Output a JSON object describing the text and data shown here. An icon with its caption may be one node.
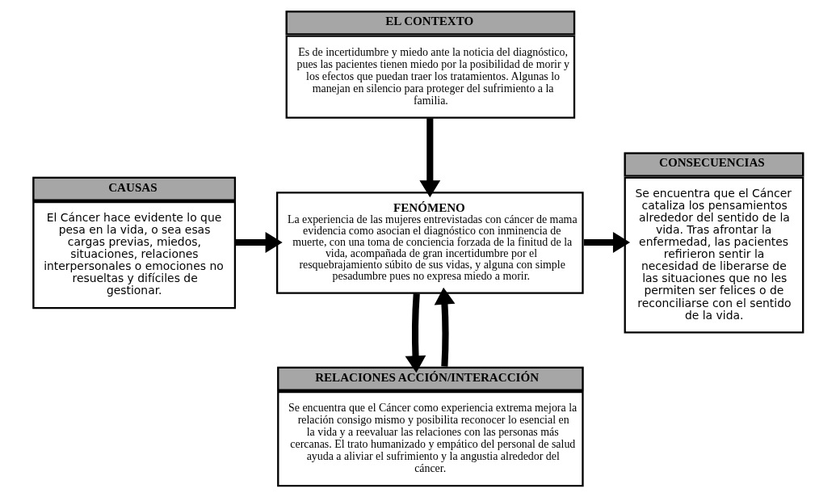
{
  "diagram": {
    "nodes": [
      {
        "text": [
          "EL CONTEXTO",
          "Es de incertidumbre y miedo ante la noticia del diagnóstico, pues las pacientes tienen miedo por la posibilidad de morir y los efectos que puedan traer los tratamientos. Algunas lo manejan en silencio para proteger del sufrimiento a la familia."
        ]
      },
      {
        "text": [
          "CAUSAS",
          "El Cáncer hace evidente lo que pesa en la vida, o sea esas cargas previas, miedos, situaciones, relaciones interpersonales o emociones no resueltas y difíciles de gestionar."
        ]
      },
      {
        "text": [
          "FENÓMENO",
          "La experiencia de las mujeres entrevistadas con cáncer de mama evidencia como asocian el diagnóstico con inminencia de muerte, con una toma de conciencia forzada de la finitud de la vida, acompañada de gran incertidumbre por el resquebrajamiento súbito de sus vidas, y alguna con simple pesadumbre pues no expresa miedo a morir."
        ]
      },
      {
        "text": [
          "CONSECUENCIAS",
          "Se encuentra que el Cáncer cataliza los pensamientos alrededor del sentido de la vida. Tras afrontar la enfermedad, las pacientes refirieron sentir la necesidad de liberarse de las situaciones que no les permiten ser felices o de reconciliarse con el sentido de la vida."
        ]
      },
      {
        "text": [
          "RELACIONES ACCIÓN/INTERACCIÓN",
          "Se encuentra que el Cáncer como experiencia extrema mejora la relación consigo mismo y posibilita reconocer lo esencial en la vida y a reevaluar las relaciones con las personas más cercanas. El trato humanizado y empático del personal de salud ayuda a aliviar el sufrimiento y la angustia alrededor del cáncer."
        ]
      }
    ],
    "edges": [
      {
        "from": 0,
        "to": 2,
        "arrow": "to"
      },
      {
        "from": 1,
        "to": 2,
        "arrow": "to"
      },
      {
        "from": 2,
        "to": 3,
        "arrow": "to"
      },
      {
        "from": 2,
        "to": 4,
        "arrow": "to"
      },
      {
        "from": 4,
        "to": 2,
        "arrow": "to"
      }
    ]
  }
}
